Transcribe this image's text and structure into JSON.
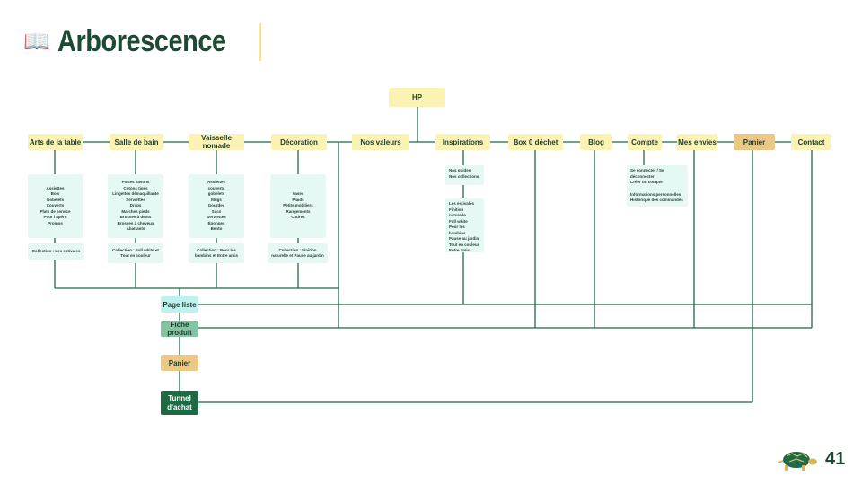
{
  "header": {
    "icon": "book-icon",
    "title": "Arborescence"
  },
  "root": "HP",
  "top_nav": [
    "Arts de la table",
    "Salle de bain",
    "Vaisselle nomade",
    "Décoration",
    "Nos valeurs",
    "Inspirations",
    "Box 0 déchet",
    "Blog",
    "Compte",
    "Mes envies",
    "Panier",
    "Contact"
  ],
  "sub_lists": {
    "arts": [
      "Assiettes",
      "Bols",
      "Gobelets",
      "Couverts",
      "Plats de service",
      "Pour l'apéro",
      "Promos"
    ],
    "salle": [
      "Portes savons",
      "Cotons tiges",
      "Lingettes démaquillante",
      "Serviettes",
      "Draps",
      "Marches pieds",
      "Brosses à dents",
      "Brosses à cheveux",
      "Abattants"
    ],
    "vaisselle": [
      "Assiettes",
      "couverts",
      "gobelets",
      "Mugs",
      "Gourdes",
      "Sacs",
      "Serviettes",
      "Éponges",
      "Bento"
    ],
    "deco": [
      "Vases",
      "Plaids",
      "Petits mobiliers",
      "Rangements",
      "Cadres"
    ],
    "inspi_a": [
      "Nos guides",
      "Nos collections"
    ],
    "inspi_b": [
      "Les estivales",
      "Finition naturelle",
      "Full white",
      "Pour les bambins",
      "Pause au jardin",
      "Tout en couleur",
      "Entre amis"
    ],
    "compte_a": [
      "Se connecter / Se déconnecter",
      "Créer un compte"
    ],
    "compte_b": [
      "Informations personnelles",
      "Historique des commandes"
    ]
  },
  "collections": {
    "arts": [
      "Collection : Les estivales"
    ],
    "salle": [
      "Collection : Full white et",
      "Tout en couleur"
    ],
    "vaisselle": [
      "Collection : Pour les",
      "bambins et Entre amis"
    ],
    "deco": [
      "Collection : Finition",
      "naturelle et Pause au jardin"
    ]
  },
  "funnel": {
    "page_liste": "Page liste",
    "fiche": "Fiche produit",
    "panier": "Panier",
    "tunnel_1": "Tunnel",
    "tunnel_2": "d'achat"
  },
  "footer": {
    "page_number": "41",
    "logo_icon": "turtle-icon"
  },
  "colors": {
    "title": "#1d4a33",
    "line": "#1f6944",
    "nav": "#fbf3b4",
    "panier": "#ecc887",
    "list_bg": "#e6f8f3",
    "page_liste": "#bff2ee",
    "fiche": "#86c3a3",
    "tunnel": "#1f6944"
  }
}
